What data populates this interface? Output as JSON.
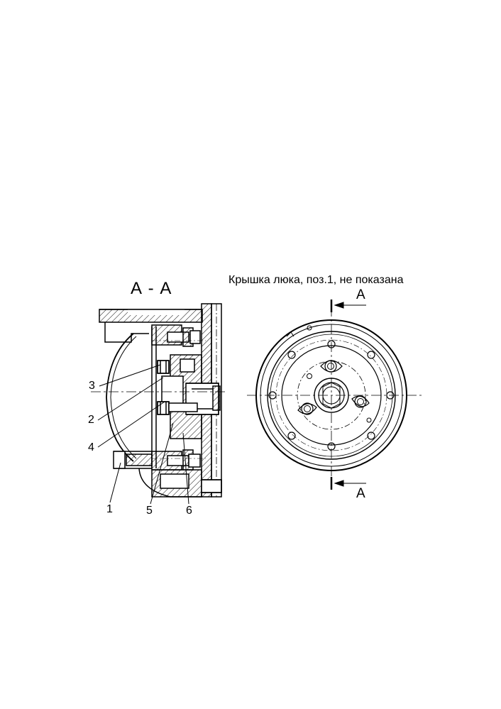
{
  "section": {
    "title": "А - А"
  },
  "note": {
    "text": "Крышка люка, поз.1, не показана"
  },
  "cut_marks": {
    "top_letter": "А",
    "bottom_letter": "А"
  },
  "callouts": [
    "1",
    "2",
    "3",
    "4",
    "5",
    "6"
  ]
}
